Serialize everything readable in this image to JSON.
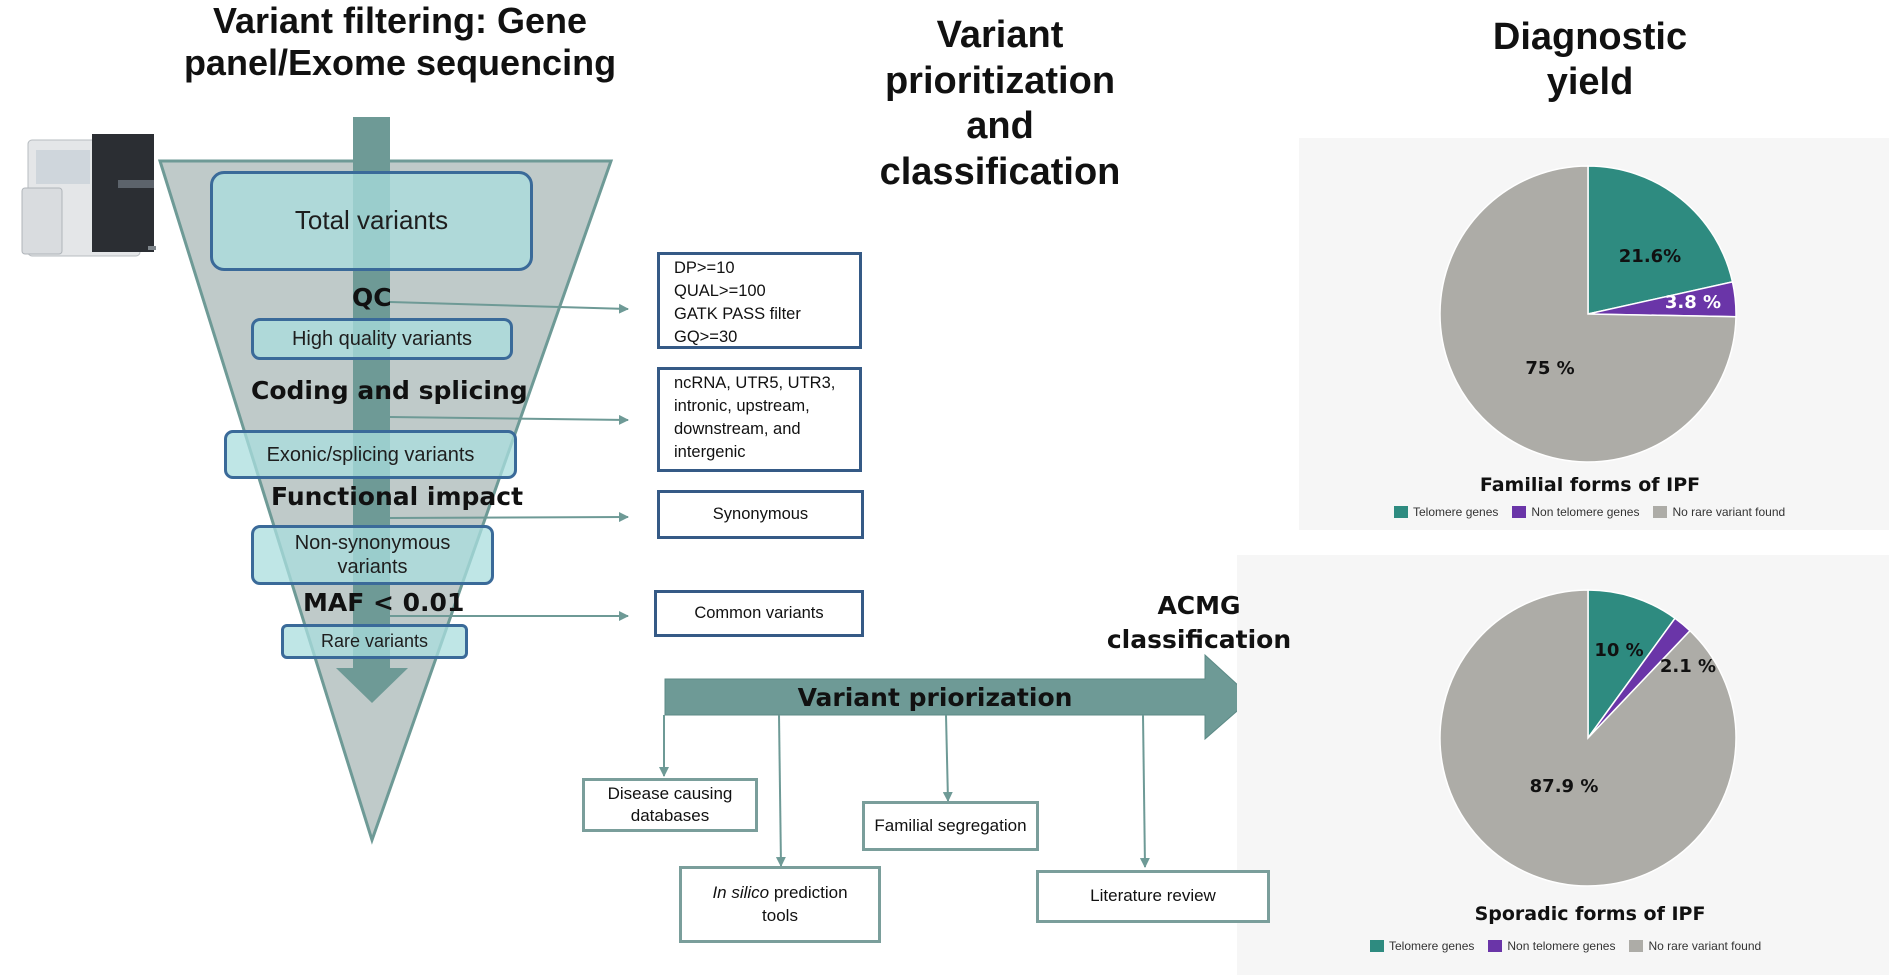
{
  "titles": {
    "filtering": [
      "Variant filtering: Gene",
      "panel/Exome sequencing"
    ],
    "prioritization": [
      "Variant",
      "prioritization",
      "and",
      "classification"
    ],
    "yield": [
      "Diagnostic",
      "yield"
    ]
  },
  "funnel": {
    "boxes": [
      "Total variants",
      "High quality variants",
      "Exonic/splicing variants",
      "Non-synonymous variants",
      "Rare variants"
    ],
    "steps": [
      "QC",
      "Coding and splicing",
      "Functional impact",
      "MAF < 0.01"
    ]
  },
  "filters": {
    "qc": [
      "DP>=10",
      "QUAL>=100",
      "GATK PASS filter",
      "GQ>=30"
    ],
    "coding": [
      "ncRNA, UTR5, UTR3,",
      "intronic, upstream,",
      "downstream, and",
      "intergenic"
    ],
    "functional": "Synonymous",
    "maf": "Common variants"
  },
  "prioritization": {
    "arrow_label": "Variant priorization",
    "acmg": [
      "ACMG",
      "classification"
    ],
    "tools": {
      "disease_db": [
        "Disease causing",
        "databases"
      ],
      "in_silico_italic": "In silico",
      "in_silico_rest": " prediction",
      "in_silico_line2": "tools",
      "segregation": "Familial segregation",
      "literature": "Literature review"
    }
  },
  "colors": {
    "telomere": "#2e8b80",
    "non_telomere": "#6a35a8",
    "no_variant": "#adaca7",
    "funnel": "#b8c4c3",
    "funnel_edge": "#6e9a96",
    "box_border": "#3a6a99"
  },
  "legend": [
    "Telomere genes",
    "Non telomere genes",
    "No rare variant found"
  ],
  "chart_data": [
    {
      "type": "pie",
      "title": "Familial forms of IPF",
      "labels": [
        "Telomere genes",
        "Non telomere genes",
        "No rare variant found"
      ],
      "values": [
        21.6,
        3.8,
        75
      ],
      "value_labels": [
        "21.6%",
        "3.8 %",
        "75 %"
      ]
    },
    {
      "type": "pie",
      "title": "Sporadic forms of IPF",
      "labels": [
        "Telomere genes",
        "Non telomere genes",
        "No rare variant found"
      ],
      "values": [
        10,
        2.1,
        87.9
      ],
      "value_labels": [
        "10 %",
        "2.1 %",
        "87.9 %"
      ]
    }
  ]
}
